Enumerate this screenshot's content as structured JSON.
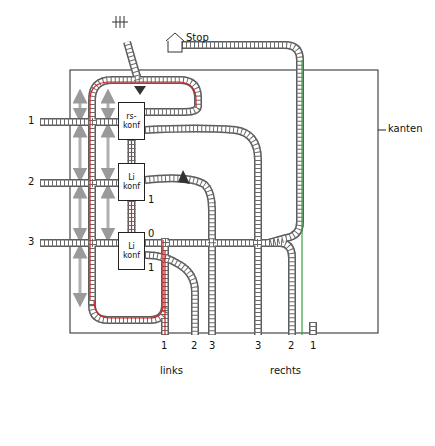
{
  "diagram": {
    "nodes": [
      {
        "text": [
          "rs- konf"
        ]
      },
      {
        "text": [
          "Li konf"
        ]
      },
      {
        "text": [
          "Li konf"
        ]
      }
    ],
    "edges": [
      {
        "from": 0,
        "to": 1,
        "arrow": "none"
      },
      {
        "from": 1,
        "to": 2,
        "arrow": "none"
      }
    ],
    "labels": [
      "Stop",
      "kanten",
      "1",
      "2",
      "3",
      "1",
      "0",
      "1",
      "1",
      "2",
      "3",
      "links",
      "3",
      "2",
      "1",
      "rechts"
    ]
  }
}
